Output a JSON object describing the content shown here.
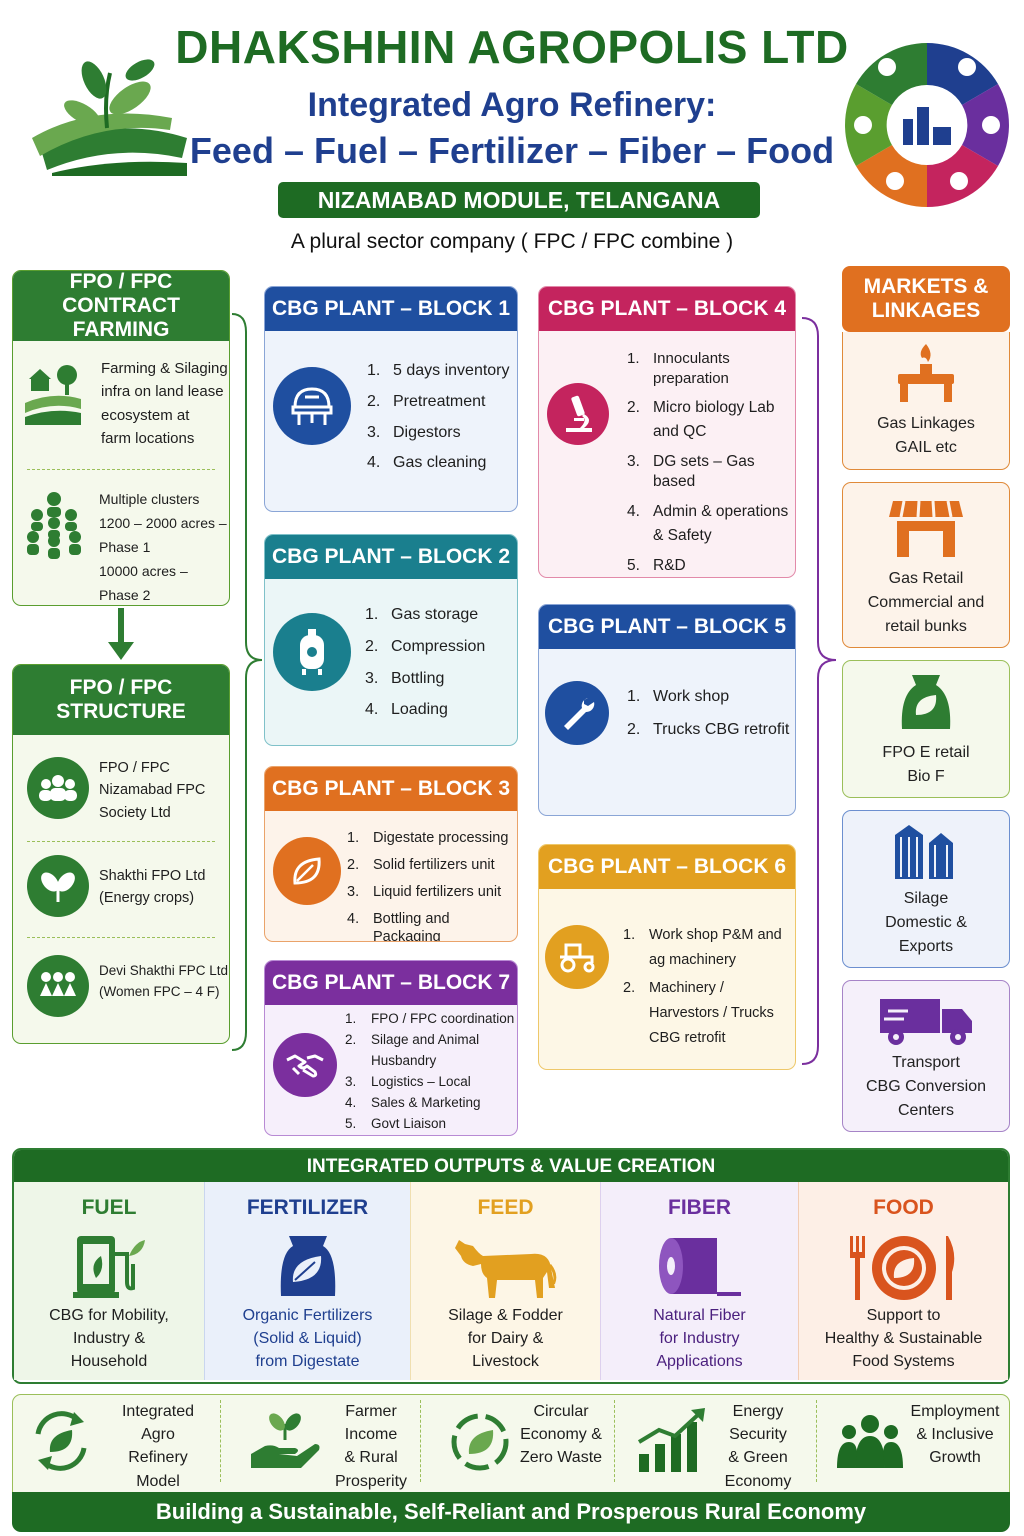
{
  "header": {
    "title": "DHAKSHHIN AGROPOLIS LTD",
    "subtitle": "Integrated Agro Refinery:",
    "tagline": "Feed – Fuel – Fertilizer – Fiber – Food",
    "module": "NIZAMABAD MODULE, TELANGANA",
    "description": "A plural sector company ( FPC / FPC combine )"
  },
  "left": {
    "contract": {
      "title_l1": "FPO / FPC",
      "title_l2": "CONTRACT FARMING",
      "items": [
        {
          "icon": "farm-icon",
          "lines": [
            "Farming & Silaging",
            "infra on land lease",
            "ecosystem at",
            "farm locations"
          ]
        },
        {
          "icon": "people-cluster-icon",
          "lines": [
            "Multiple clusters",
            "1200 – 2000 acres –",
            "Phase 1",
            "10000 acres – Phase 2"
          ]
        }
      ]
    },
    "structure": {
      "title_l1": "FPO / FPC",
      "title_l2": "STRUCTURE",
      "items": [
        {
          "icon": "group-icon",
          "lines": [
            "FPO / FPC",
            "Nizamabad FPC",
            "Society Ltd"
          ]
        },
        {
          "icon": "sprout-icon",
          "lines": [
            "Shakthi FPO Ltd",
            "(Energy crops)"
          ]
        },
        {
          "icon": "women-icon",
          "lines": [
            "Devi Shakthi FPC Ltd",
            "(Women FPC – 4 F)"
          ]
        }
      ]
    }
  },
  "blocks": [
    {
      "title": "CBG PLANT – BLOCK 1",
      "icon": "digester-icon",
      "color": "#1f4fa0",
      "items": [
        "5 days inventory",
        "Pretreatment",
        "Digestors",
        "Gas cleaning"
      ]
    },
    {
      "title": "CBG PLANT – BLOCK 2",
      "icon": "gas-tank-icon",
      "color": "#1a7f8e",
      "items": [
        "Gas storage",
        "Compression",
        "Bottling",
        "Loading"
      ]
    },
    {
      "title": "CBG PLANT – BLOCK 3",
      "icon": "leaf-icon",
      "color": "#e07020",
      "items": [
        "Digestate processing",
        "Solid fertilizers unit",
        "Liquid fertilizers unit",
        "Bottling and Packaging"
      ]
    },
    {
      "title": "CBG PLANT – BLOCK 7",
      "icon": "handshake-icon",
      "color": "#7b2f9e",
      "items": [
        "FPO / FPC coordination",
        "Silage and Animal Husbandry",
        "Logistics – Local",
        "Sales & Marketing",
        "Govt Liaison"
      ]
    },
    {
      "title": "CBG PLANT – BLOCK 4",
      "icon": "microscope-icon",
      "color": "#c4245e",
      "items": [
        "Innoculants preparation",
        "Micro biology Lab and QC",
        "DG sets – Gas based",
        "Admin & operations & Safety",
        "R&D"
      ]
    },
    {
      "title": "CBG PLANT – BLOCK 5",
      "icon": "wrench-icon",
      "color": "#1f4fa0",
      "items": [
        "Work shop",
        "Trucks CBG retrofit"
      ]
    },
    {
      "title": "CBG PLANT – BLOCK 6",
      "icon": "tractor-icon",
      "color": "#e2a020",
      "items": [
        "Work shop P&M and ag machinery",
        "Machinery / Harvestors / Trucks CBG retrofit"
      ]
    }
  ],
  "markets": {
    "title_l1": "MARKETS &",
    "title_l2": "LINKAGES",
    "items": [
      {
        "icon": "gas-pipeline-icon",
        "lines": [
          "Gas Linkages",
          "GAIL etc"
        ]
      },
      {
        "icon": "shop-icon",
        "lines": [
          "Gas Retail",
          "Commercial and",
          "retail bunks"
        ]
      },
      {
        "icon": "bag-icon",
        "lines": [
          "FPO E retail",
          "Bio F"
        ]
      },
      {
        "icon": "silo-icon",
        "lines": [
          "Silage",
          "Domestic &",
          "Exports"
        ]
      },
      {
        "icon": "truck-icon",
        "lines": [
          "Transport",
          "CBG Conversion",
          "Centers"
        ]
      }
    ]
  },
  "outputs": {
    "title": "INTEGRATED OUTPUTS & VALUE CREATION",
    "items": [
      {
        "label": "FUEL",
        "icon": "fuel-pump-icon",
        "color": "#2e7d32",
        "lines": [
          "CBG for Mobility,",
          "Industry &",
          "Household"
        ]
      },
      {
        "label": "FERTILIZER",
        "icon": "fertilizer-bag-icon",
        "color": "#1f3f8f",
        "lines": [
          "Organic Fertilizers",
          "(Solid & Liquid)",
          "from Digestate"
        ]
      },
      {
        "label": "FEED",
        "icon": "cow-icon",
        "color": "#e2a020",
        "lines": [
          "Silage & Fodder",
          "for Dairy &",
          "Livestock"
        ]
      },
      {
        "label": "FIBER",
        "icon": "fiber-roll-icon",
        "color": "#6a2f9e",
        "lines": [
          "Natural Fiber",
          "for Industry",
          "Applications"
        ]
      },
      {
        "label": "FOOD",
        "icon": "plate-icon",
        "color": "#d9541e",
        "lines": [
          "Support to",
          "Healthy & Sustainable",
          "Food Systems"
        ]
      }
    ]
  },
  "benefits": [
    {
      "icon": "recycle-leaf-icon",
      "lines": [
        "Integrated",
        "Agro Refinery",
        "Model"
      ]
    },
    {
      "icon": "hand-sprout-icon",
      "lines": [
        "Farmer Income",
        "& Rural",
        "Prosperity"
      ]
    },
    {
      "icon": "circular-icon",
      "lines": [
        "Circular",
        "Economy &",
        "Zero Waste"
      ]
    },
    {
      "icon": "growth-chart-icon",
      "lines": [
        "Energy Security",
        "& Green",
        "Economy"
      ]
    },
    {
      "icon": "people-icon",
      "lines": [
        "Employment",
        "& Inclusive",
        "Growth"
      ]
    }
  ],
  "footer": "Building a Sustainable, Self-Reliant and Prosperous Rural Economy",
  "colors": {
    "green": "#1e6b23",
    "blue": "#1f3f8f",
    "orange": "#e07020"
  }
}
